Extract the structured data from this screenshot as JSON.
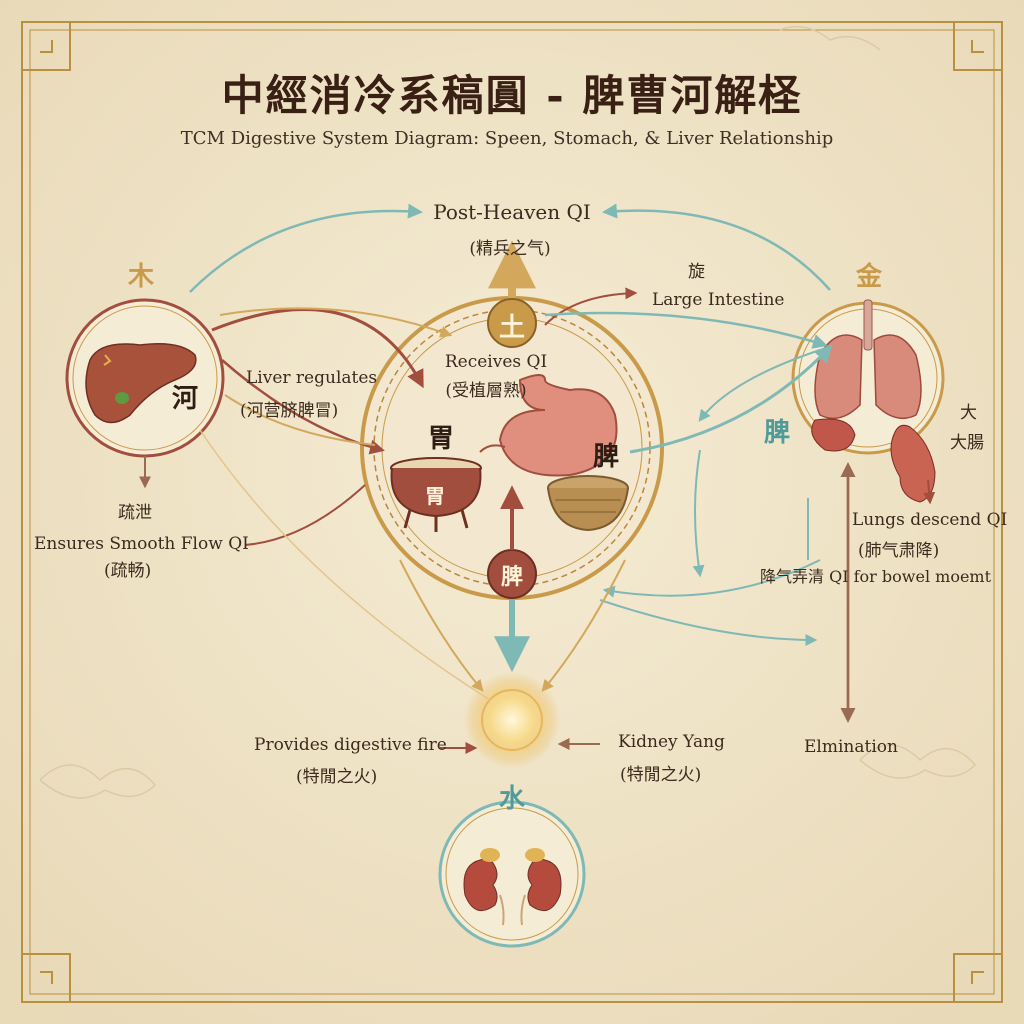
{
  "title": "中經消冷系稿圓 - 脾曹河解柽",
  "subtitle": "TCM Digestive System Diagram: Speen, Stomach, & Liver Relationship",
  "elements": {
    "wood": "木",
    "earth": "土",
    "metal": "金",
    "water": "水"
  },
  "top": {
    "label": "Post-Heaven QI",
    "sub": "(精兵之气)"
  },
  "liver": {
    "char": "河",
    "regulates": "Liver regulates",
    "regulates_sub": "(河营脐脾冒)",
    "below_char": "疏泄",
    "flow": "Ensures Smooth Flow QI",
    "flow_sub": "(疏畅)"
  },
  "center": {
    "receives": "Receives QI",
    "receives_sub": "(受植層熟)",
    "stomach_char": "胃",
    "pot_char": "胃",
    "basket_char": "脾",
    "spleen_char": "脾"
  },
  "large_intestine": {
    "char": "旋",
    "label": "Large Intestine"
  },
  "lungs": {
    "side_char": "脾",
    "intestine_char": "大",
    "intestine_sub": "大腸",
    "descend": "Lungs descend QI",
    "descend_sub": "(肺气肃降)",
    "bowel": "降气弄清 QI for bowel moemt"
  },
  "bottom": {
    "provides": "Provides digestive fire",
    "provides_sub": "(特閒之火)",
    "kidney": "Kidney Yang",
    "kidney_sub": "(特閒之火)",
    "elimination": "Elmination"
  },
  "colors": {
    "parchment": "#efe4c9",
    "gold": "#c89a4a",
    "rust": "#a24e3f",
    "teal": "#7fb9b6",
    "brown": "#9a6b52"
  }
}
